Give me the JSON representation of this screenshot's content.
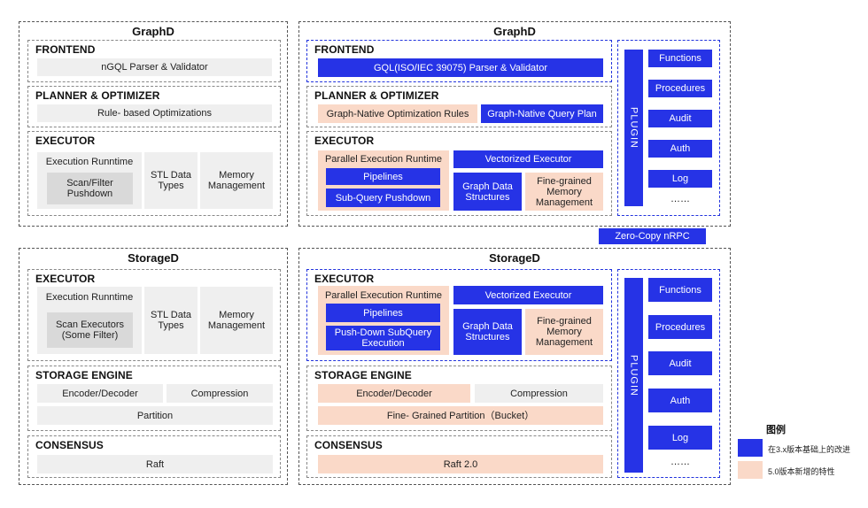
{
  "left_graphd": {
    "title": "GraphD",
    "frontend": {
      "title": "FRONTEND",
      "parser": "nGQL Parser & Validator"
    },
    "planner": {
      "title": "PLANNER & OPTIMIZER",
      "rules": "Rule- based Optimizations"
    },
    "executor": {
      "title": "EXECUTOR",
      "runtime": "Execution Runntime",
      "scan": "Scan/Filter\nPushdown",
      "stl": "STL Data\nTypes",
      "memory": "Memory\nManagement"
    }
  },
  "left_storaged": {
    "title": "StorageD",
    "executor": {
      "title": "EXECUTOR",
      "runtime": "Execution Runntime",
      "scan": "Scan Executors\n(Some Filter)",
      "stl": "STL Data\nTypes",
      "memory": "Memory\nManagement"
    },
    "storage": {
      "title": "STORAGE ENGINE",
      "encoder": "Encoder/Decoder",
      "compression": "Compression",
      "partition": "Partition"
    },
    "consensus": {
      "title": "CONSENSUS",
      "raft": "Raft"
    }
  },
  "right_graphd": {
    "title": "GraphD",
    "frontend": {
      "title": "FRONTEND",
      "parser": "GQL(ISO/IEC 39075) Parser & Validator"
    },
    "planner": {
      "title": "PLANNER & OPTIMIZER",
      "rules": "Graph-Native Optimization Rules",
      "plan": "Graph-Native Query Plan"
    },
    "executor": {
      "title": "EXECUTOR",
      "runtime": "Parallel Execution Runtime",
      "pipelines": "Pipelines",
      "subquery": "Sub-Query Pushdown",
      "vectorized": "Vectorized Executor",
      "graph_ds": "Graph Data\nStructures",
      "memory": "Fine-grained\nMemory\nManagement"
    },
    "plugin": {
      "label": "PLUGIN",
      "items": [
        "Functions",
        "Procedures",
        "Audit",
        "Auth",
        "Log",
        "……"
      ]
    }
  },
  "rpc": "Zero-Copy nRPC",
  "right_storaged": {
    "title": "StorageD",
    "executor": {
      "title": "EXECUTOR",
      "runtime": "Parallel Execution Runtime",
      "pipelines": "Pipelines",
      "pushdown": "Push-Down SubQuery\nExecution",
      "vectorized": "Vectorized Executor",
      "graph_ds": "Graph Data\nStructures",
      "memory": "Fine-grained\nMemory\nManagement"
    },
    "storage": {
      "title": "STORAGE ENGINE",
      "encoder": "Encoder/Decoder",
      "compression": "Compression",
      "partition": "Fine- Grained Partition（Bucket）"
    },
    "consensus": {
      "title": "CONSENSUS",
      "raft": "Raft 2.0"
    },
    "plugin": {
      "label": "PLUGIN",
      "items": [
        "Functions",
        "Procedures",
        "Audit",
        "Auth",
        "Log",
        "……"
      ]
    }
  },
  "legend": {
    "title": "图例",
    "items": [
      {
        "label": "在3.x版本基础上的改进",
        "color": "#2633e6"
      },
      {
        "label": "5.0版本新增的特性",
        "color": "#fad9c8"
      }
    ]
  }
}
